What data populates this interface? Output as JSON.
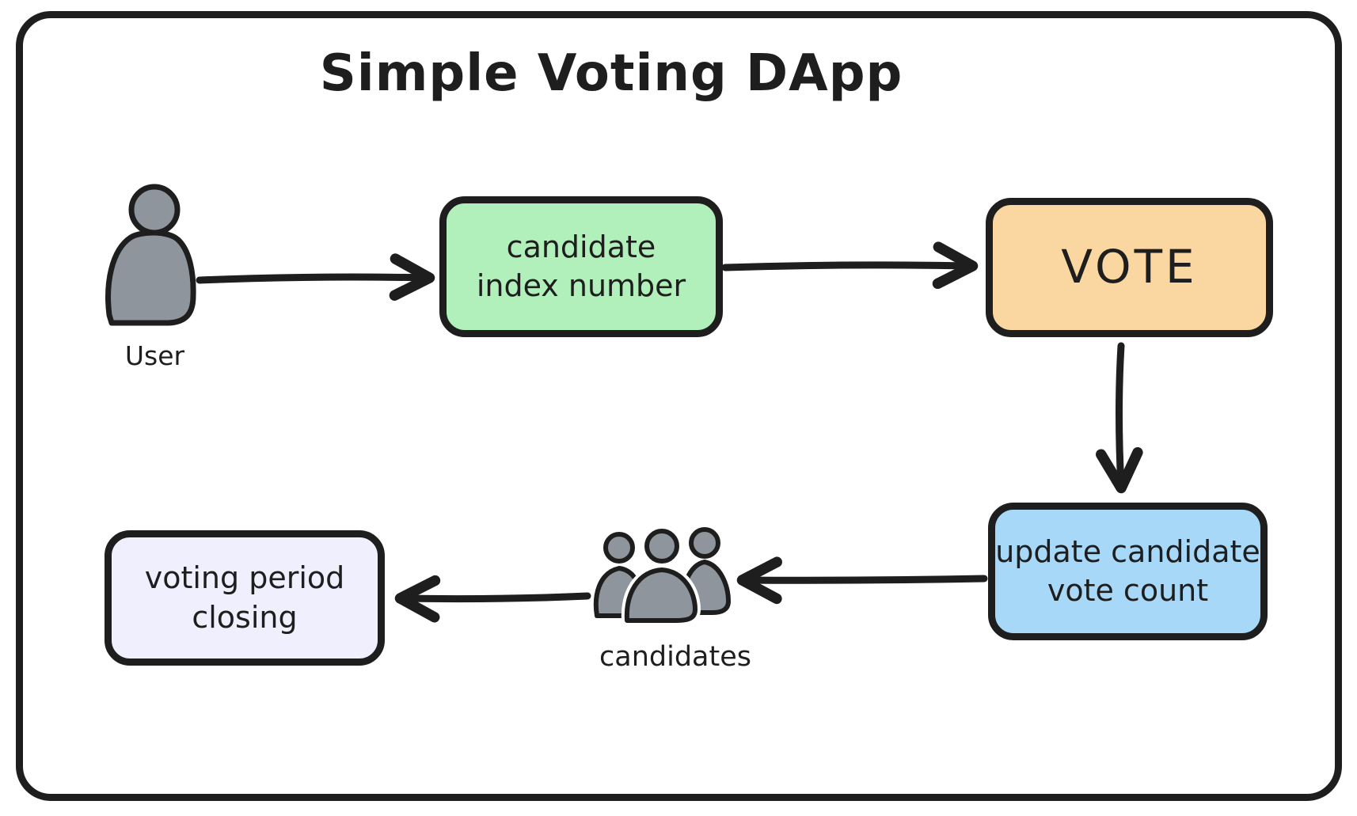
{
  "diagram": {
    "title": "Simple Voting DApp",
    "nodes": [
      {
        "id": "candidate-index",
        "label": "candidate\nindex number",
        "fill": "#b2f0bb"
      },
      {
        "id": "vote",
        "label": "VOTE",
        "fill": "#fad6a0"
      },
      {
        "id": "update-count",
        "label": "update candidate\nvote count",
        "fill": "#a8d8f8"
      },
      {
        "id": "voting-period",
        "label": "voting period\nclosing",
        "fill": "#efeffd"
      }
    ],
    "actors": [
      {
        "id": "user",
        "label": "User",
        "icon": "person-icon"
      },
      {
        "id": "candidates",
        "label": "candidates",
        "icon": "people-group-icon"
      }
    ],
    "edges": [
      {
        "from": "user",
        "to": "candidate-index"
      },
      {
        "from": "candidate-index",
        "to": "vote"
      },
      {
        "from": "vote",
        "to": "update-count"
      },
      {
        "from": "update-count",
        "to": "candidates"
      },
      {
        "from": "candidates",
        "to": "voting-period"
      }
    ],
    "colors": {
      "stroke": "#1e1e1e",
      "person_fill": "#8e959d",
      "background": "#ffffff"
    }
  }
}
